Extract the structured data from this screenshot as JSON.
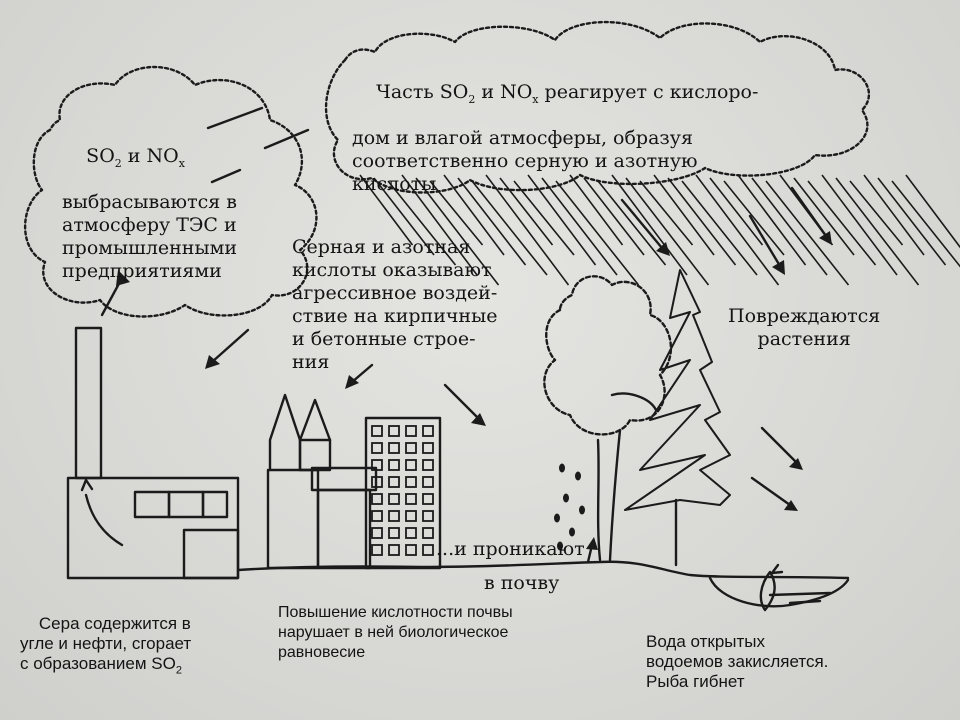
{
  "clouds": {
    "left": {
      "line1_a": "SO",
      "line1_sub": "2",
      "line1_b": " и NO",
      "line1_sub2": "x",
      "rest": "выбрасываются в\nатмосферу ТЭС и\nпромышленными\nпредприятиями"
    },
    "right": {
      "line1_a": "Часть SO",
      "line1_sub": "2",
      "line1_b": " и NO",
      "line1_sub2": "x",
      "line1_c": " реагирует с кислоро-",
      "rest": "дом и влагой атмосферы, образуя\nсоответственно серную и азотную\nкислоты"
    }
  },
  "labels": {
    "acids": "Серная и азотная\nкислоты оказывают\nагрессивное воздей-\nствие на кирпичные\nи бетонные строе-\nния",
    "plants": "Повреждаются\nрастения",
    "penetrate_1": "...и проникают",
    "penetrate_2": "в почву"
  },
  "captions": {
    "sulfur_a": "Сера содержится в\nугле и нефти, сгорает\nс образованием SO",
    "sulfur_sub": "2",
    "soil": "Повышение кислотности почвы\nнарушает в ней биологическое\nравновесие",
    "water": "Вода открытых\nводоемов закисляется.\nРыба гибнет"
  }
}
